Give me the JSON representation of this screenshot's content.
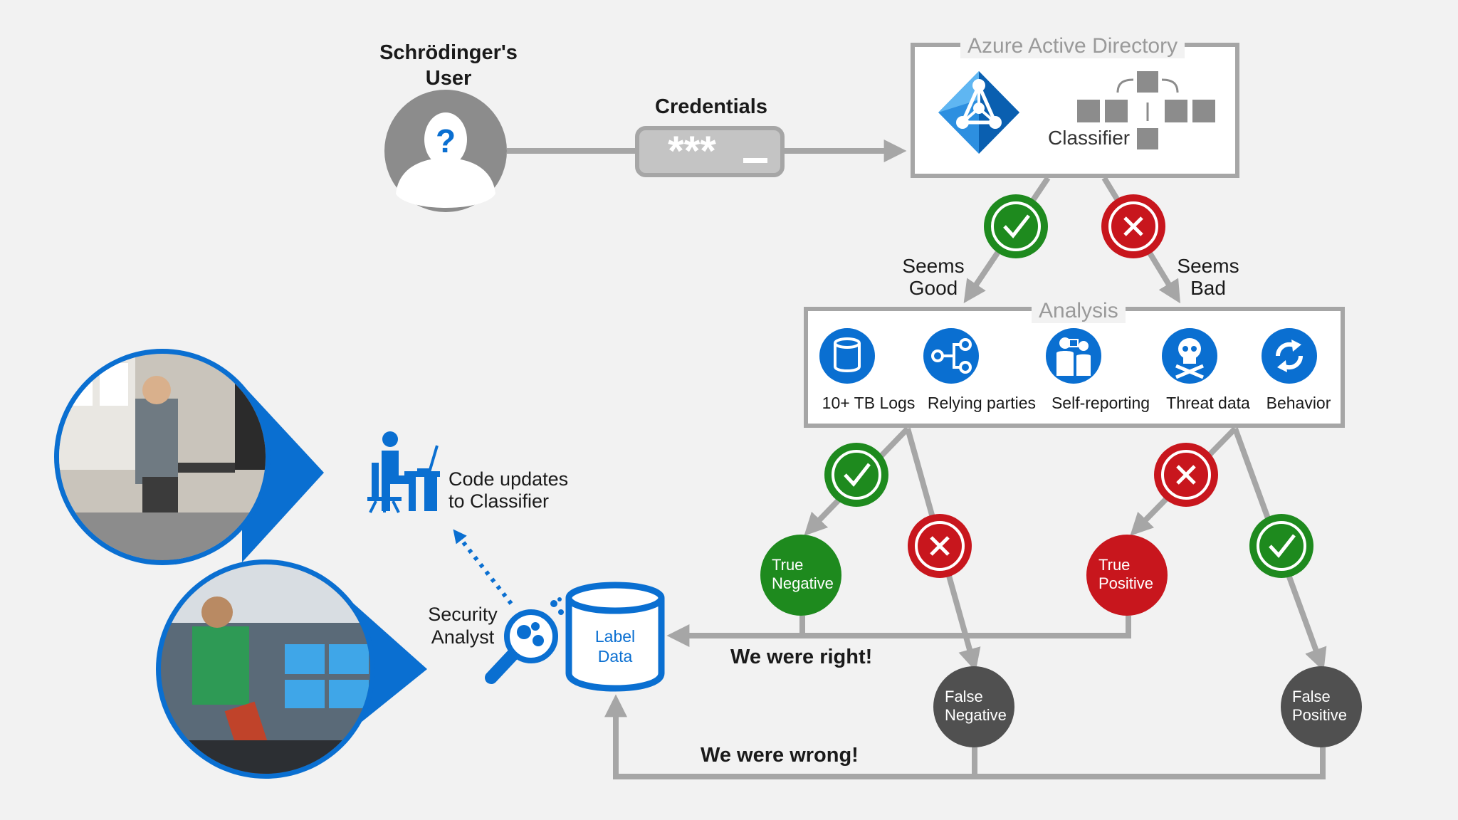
{
  "user": {
    "title": "Schrödinger's User",
    "title_line1": "Schrödinger's",
    "title_line2": "User",
    "icon": "person-question-icon"
  },
  "credentials": {
    "label": "Credentials",
    "masked_value": "***_"
  },
  "aad": {
    "title": "Azure Active Directory",
    "classifier_label": "Classifier",
    "logo": "azure-ad-diamond-logo"
  },
  "decision": {
    "good_line1": "Seems",
    "good_line2": "Good",
    "bad_line1": "Seems",
    "bad_line2": "Bad"
  },
  "analysis": {
    "title": "Analysis",
    "items": [
      {
        "label": "10+ TB Logs",
        "icon": "database-icon"
      },
      {
        "label": "Relying parties",
        "icon": "network-nodes-icon"
      },
      {
        "label": "Self-reporting",
        "icon": "people-reporting-icon"
      },
      {
        "label": "Threat data",
        "icon": "skull-crossbones-icon"
      },
      {
        "label": "Behavior",
        "icon": "sync-cycle-icon"
      }
    ]
  },
  "outcomes": {
    "true_negative_line1": "True",
    "true_negative_line2": "Negative",
    "true_positive_line1": "True",
    "true_positive_line2": "Positive",
    "false_negative_line1": "False",
    "false_negative_line2": "Negative",
    "false_positive_line1": "False",
    "false_positive_line2": "Positive"
  },
  "feedback": {
    "right": "We were right!",
    "wrong": "We were wrong!"
  },
  "label_data": {
    "line1": "Label",
    "line2": "Data"
  },
  "analyst": {
    "line1": "Security",
    "line2": "Analyst"
  },
  "code_updates": {
    "line1": "Code updates",
    "line2": "to Classifier"
  },
  "colors": {
    "green": "#1e8a1e",
    "red": "#c8161d",
    "gray_node": "#505050",
    "blue": "#0a6fd1",
    "line_gray": "#a6a6a6",
    "background": "#f2f2f2"
  }
}
